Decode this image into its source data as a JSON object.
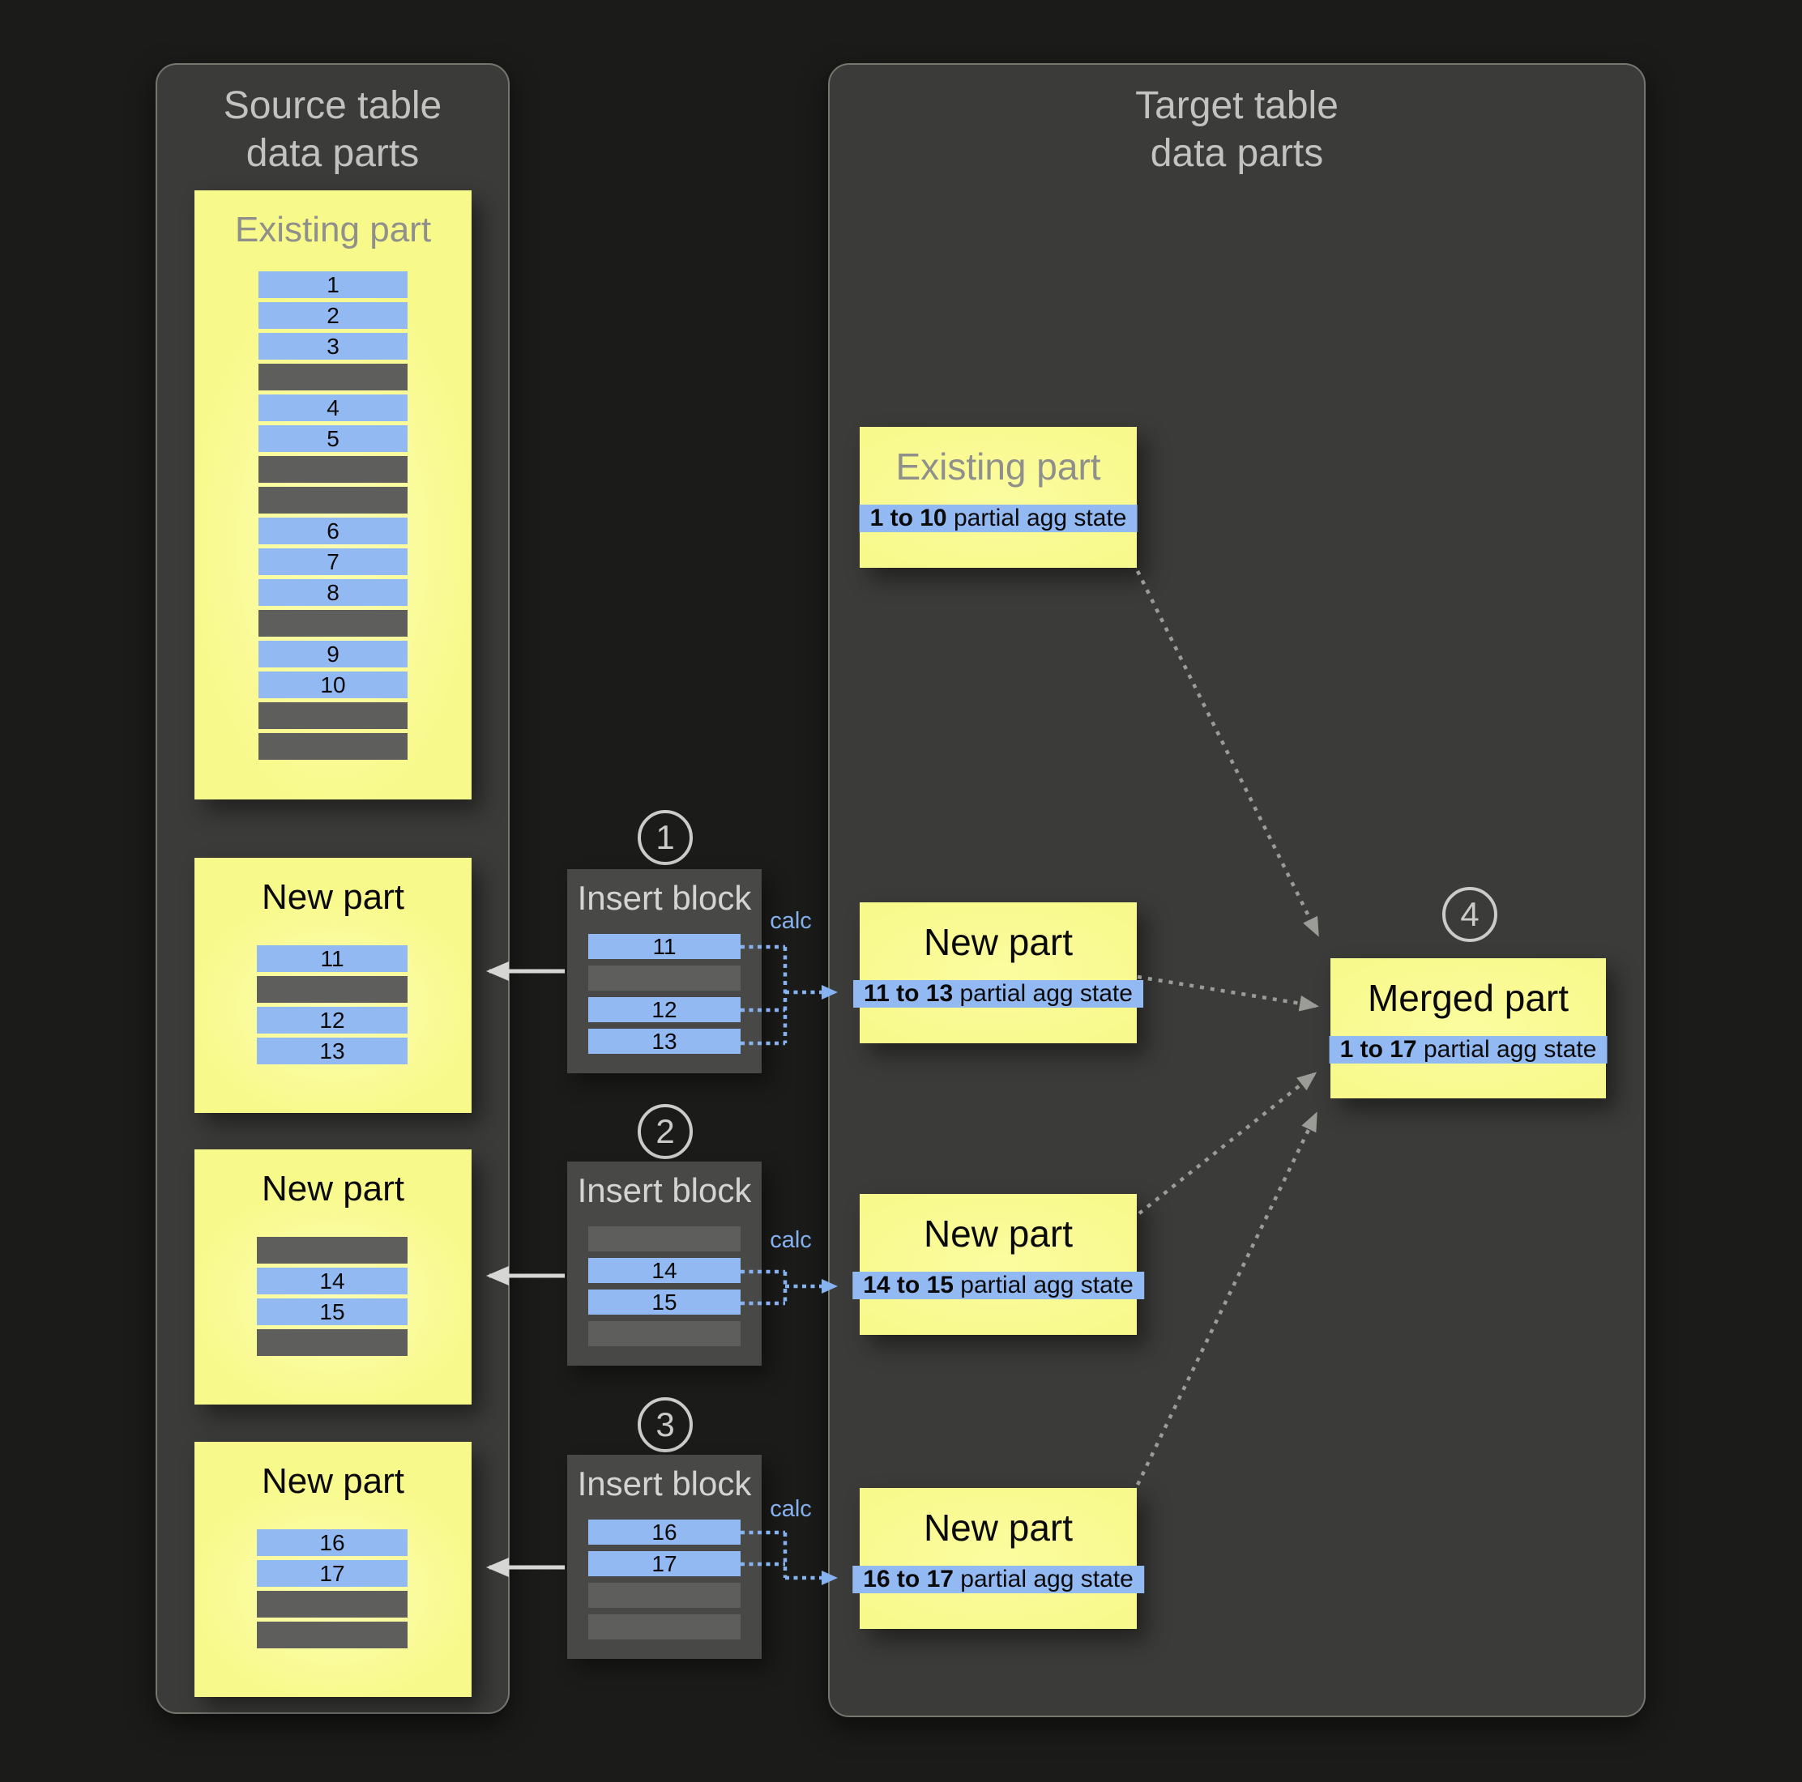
{
  "source_panel": {
    "title_line1": "Source table",
    "title_line2": "data parts",
    "existing": {
      "title": "Existing part",
      "rows": [
        "1",
        "2",
        "3",
        null,
        "4",
        "5",
        null,
        null,
        "6",
        "7",
        "8",
        null,
        "9",
        "10",
        null,
        null
      ]
    },
    "new_parts": [
      {
        "title": "New part",
        "rows": [
          "11",
          null,
          "12",
          "13"
        ]
      },
      {
        "title": "New part",
        "rows": [
          null,
          "14",
          "15",
          null
        ]
      },
      {
        "title": "New part",
        "rows": [
          "16",
          "17",
          null,
          null
        ]
      }
    ]
  },
  "insert_blocks": [
    {
      "step": "1",
      "title": "Insert block",
      "calc_label": "calc",
      "rows": [
        "11",
        null,
        "12",
        "13"
      ]
    },
    {
      "step": "2",
      "title": "Insert block",
      "calc_label": "calc",
      "rows": [
        null,
        "14",
        "15",
        null
      ]
    },
    {
      "step": "3",
      "title": "Insert block",
      "calc_label": "calc",
      "rows": [
        "16",
        "17",
        null,
        null
      ]
    }
  ],
  "target_panel": {
    "title_line1": "Target table",
    "title_line2": "data parts",
    "existing": {
      "title": "Existing part",
      "agg_bold": "1 to 10",
      "agg_rest": " partial agg state"
    },
    "new_parts": [
      {
        "title": "New part",
        "agg_bold": "11 to 13",
        "agg_rest": " partial agg state"
      },
      {
        "title": "New part",
        "agg_bold": "14 to 15",
        "agg_rest": " partial agg state"
      },
      {
        "title": "New part",
        "agg_bold": "16 to 17",
        "agg_rest": " partial agg state"
      }
    ],
    "merged": {
      "step": "4",
      "title": "Merged part",
      "agg_bold": "1 to 17",
      "agg_rest": " partial agg state"
    }
  },
  "colors": {
    "background": "#1b1b1a",
    "panel": "#3b3b39",
    "part_yellow": "#f8f98b",
    "row_blue": "#93b9f2",
    "row_gray": "#5e5e5c",
    "calc_blue": "#86b2f0",
    "arrow_white": "#d6d6d4",
    "arrow_gray": "#9b9b98"
  }
}
